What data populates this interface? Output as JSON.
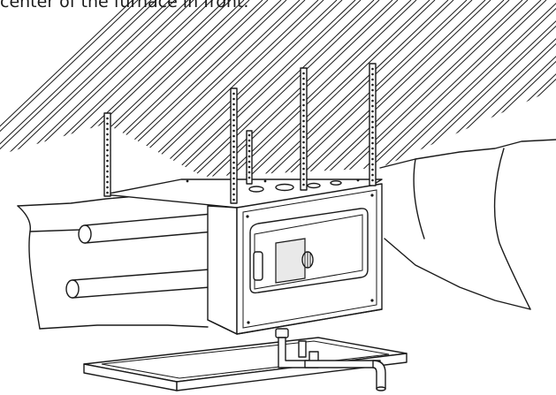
{
  "caption": {
    "text": "center of the furnace in front."
  },
  "figure": {
    "subject": "furnace suspended from ceiling joists with perforated metal straps",
    "icons": [
      "hanging-strap",
      "duct-pipe",
      "drain-pan",
      "condensate-pipe",
      "control-door"
    ],
    "line_color": "#1a1a1a",
    "background": "#ffffff"
  }
}
